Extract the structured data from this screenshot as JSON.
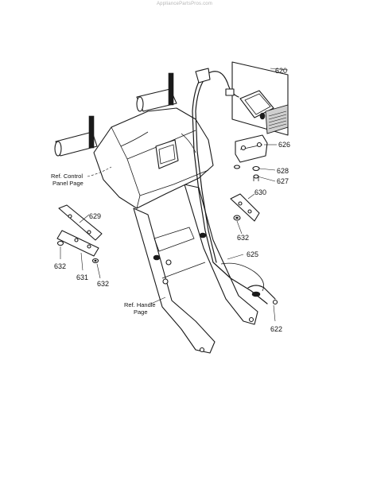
{
  "watermark": "AppliancePartsPros.com",
  "callouts": {
    "p620": "620",
    "p626": "626",
    "p628": "628",
    "p627": "627",
    "p630": "630",
    "p632a": "632",
    "p629": "629",
    "p632b": "632",
    "p631": "631",
    "p632c": "632",
    "p625": "625",
    "p622": "622"
  },
  "references": {
    "control_panel_line1": "Ref. Control",
    "control_panel_line2": "Panel Page",
    "handle_line1": "Ref. Handle",
    "handle_line2": "Page"
  }
}
